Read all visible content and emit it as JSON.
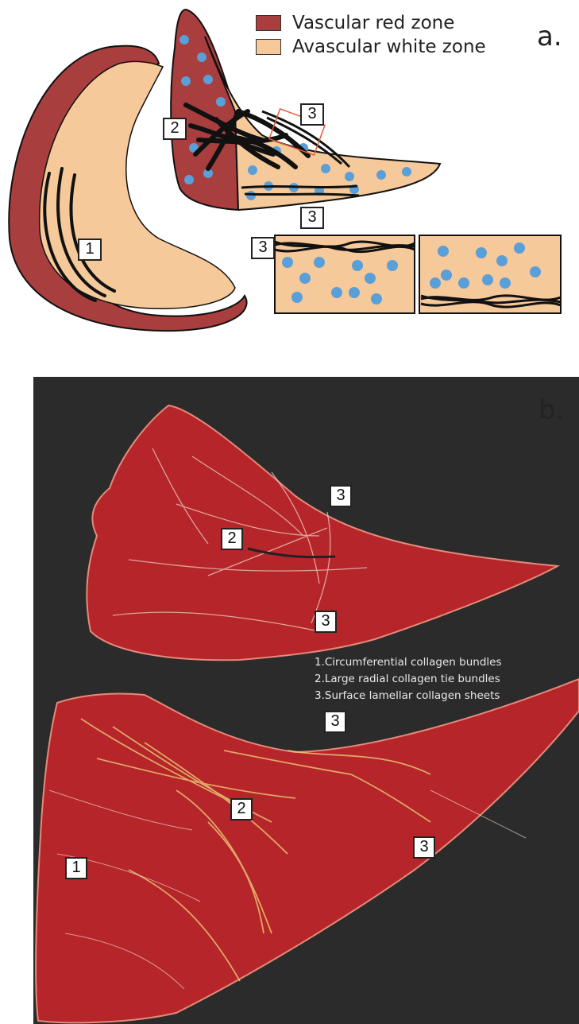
{
  "legend": {
    "red_zone": {
      "label": "Vascular red zone",
      "color": "#a83e3e"
    },
    "white_zone": {
      "label": "Avascular white zone",
      "color": "#f6c99a"
    }
  },
  "panel_a": {
    "letter": "a.",
    "numbers": [
      "1",
      "2",
      "3",
      "3",
      "3"
    ]
  },
  "panel_b": {
    "letter": "b.",
    "numbers": [
      "3",
      "2",
      "3",
      "3",
      "2",
      "3",
      "1"
    ],
    "key": [
      "1.Circumferential collagen bundles",
      "2.Large radial collagen tie bundles",
      "3.Surface lamellar collagen sheets"
    ]
  },
  "colors": {
    "fibre": "#111111",
    "cell": "#5b9fd8",
    "tissue": "#b5252a",
    "background_photo": "#2b2b2b",
    "highlight_box": "#e05a3a"
  }
}
